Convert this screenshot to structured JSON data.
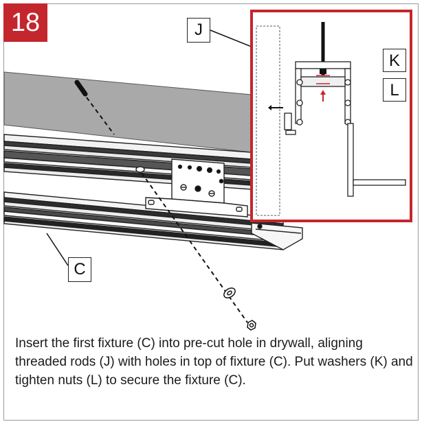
{
  "step": {
    "number": "18"
  },
  "callouts": {
    "rod": "J",
    "washer": "K",
    "nut": "L",
    "fixture": "C"
  },
  "instruction": "Insert the first fixture (C) into pre-cut hole in drywall, aligning threaded rods (J) with holes in top of fixture (C). Put washers (K) and tighten nuts (L) to secure the fixture (C).",
  "colors": {
    "accent": "#c4262e",
    "ceiling": "#a9a9a9",
    "line": "#1a1a1a"
  }
}
